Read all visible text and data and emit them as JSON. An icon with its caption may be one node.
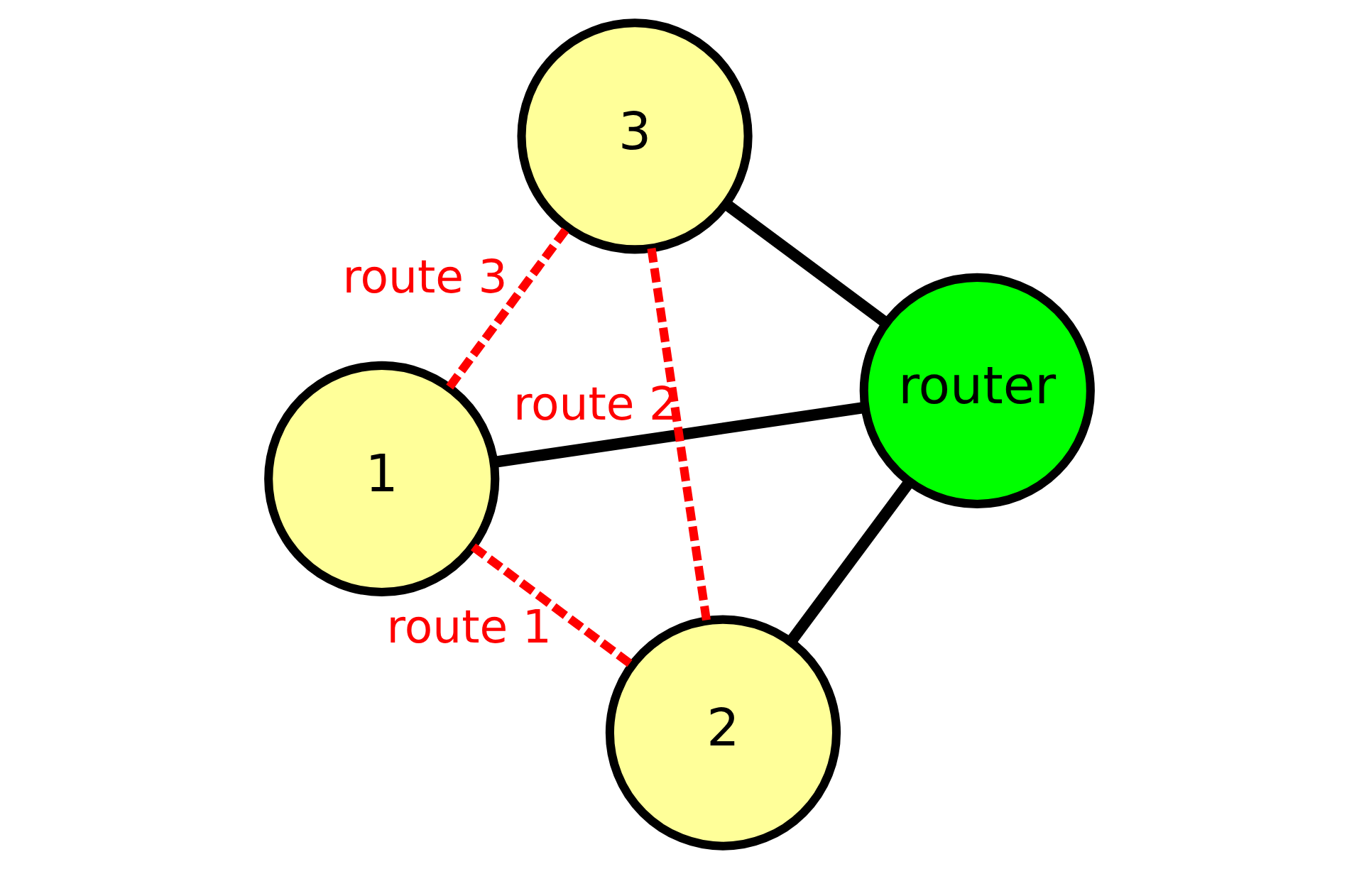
{
  "diagram": {
    "nodes": [
      {
        "text": [
          "1"
        ]
      },
      {
        "text": [
          "router"
        ]
      },
      {
        "text": [
          "2"
        ]
      },
      {
        "text": [
          "3"
        ]
      }
    ],
    "edges": [
      {
        "from": 0,
        "to": 1,
        "arrow": "none"
      },
      {
        "from": 1,
        "to": 2,
        "arrow": "none"
      },
      {
        "from": 3,
        "to": 1,
        "arrow": "none"
      },
      {
        "from": 0,
        "to": 2,
        "arrow": "none",
        "label": "route 1",
        "style": "dashed",
        "color": "#ff0000"
      },
      {
        "from": 3,
        "to": 2,
        "arrow": "none",
        "label": "route 2",
        "style": "dashed",
        "color": "#ff0000"
      },
      {
        "from": 0,
        "to": 3,
        "arrow": "none",
        "label": "route 3",
        "style": "dashed",
        "color": "#ff0000"
      }
    ]
  }
}
